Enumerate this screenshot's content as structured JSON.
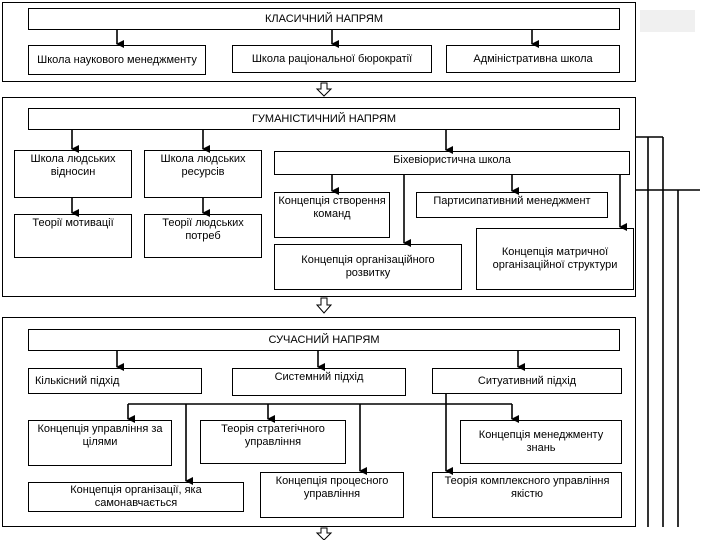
{
  "classic": {
    "title": "КЛАСИЧНИЙ НАПРЯМ",
    "schools": [
      "Школа наукового менеджменту",
      "Школа раціональної бюрократії",
      "Адміністративна школа"
    ]
  },
  "humanistic": {
    "title": "ГУМАНІСТИЧНИЙ НАПРЯМ",
    "human_relations": "Школа людських відносин",
    "motivation": "Теорії мотивації",
    "human_resources": "Школа людських ресурсів",
    "human_needs": "Теорії людських потреб",
    "behaviorist": "Біхевіористична школа",
    "team_building": "Концепція створення команд",
    "participative": "Партисипативний менеджмент",
    "org_development": "Концепція організаційного розвитку",
    "matrix_structure": "Концепція матричної організаційної структури"
  },
  "modern": {
    "title": "СУЧАСНИЙ НАПРЯМ",
    "quantitative": "Кількісний підхід",
    "systemic": "Системний підхід",
    "situational": "Ситуативний підхід",
    "mbo": "Концепція управління за цілями",
    "strategic": "Теорія стратегічного управління",
    "knowledge": "Концепція менеджменту знань",
    "learning_org": "Концепція організації, яка самонавчається",
    "process": "Концепція процесного управління",
    "tqm": "Теорія комплексного управління якістю"
  }
}
